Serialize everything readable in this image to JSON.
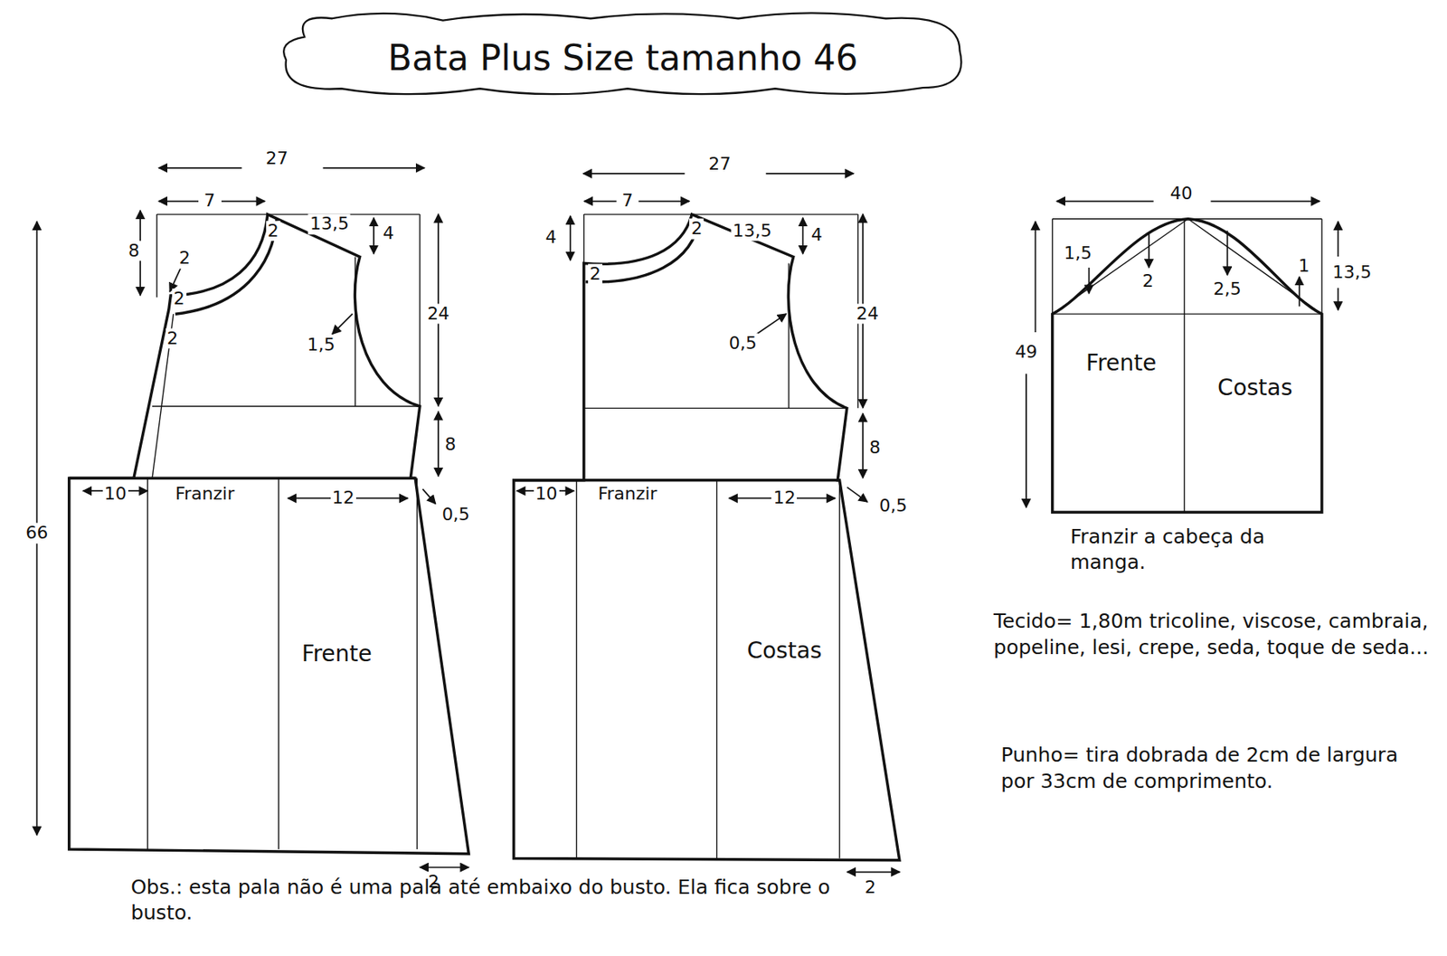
{
  "diagram": {
    "title": "Bata Plus Size tamanho 46",
    "nodes": [
      {
        "text": [
          "Frente"
        ]
      },
      {
        "text": [
          "Costas"
        ]
      },
      {
        "text": [
          "Frente",
          "Costas"
        ]
      }
    ],
    "labels": [
      "27",
      "7",
      "13,5",
      "4",
      "8",
      "2",
      "2",
      "2",
      "2",
      "1,5",
      "24",
      "8",
      "66",
      "10",
      "Franzir",
      "12",
      "0,5",
      "2",
      "27",
      "7",
      "13,5",
      "4",
      "4",
      "2",
      "2",
      "0,5",
      "24",
      "8",
      "10",
      "Franzir",
      "12",
      "0,5",
      "2",
      "40",
      "1,5",
      "2",
      "2,5",
      "1",
      "13,5",
      "49",
      "Franzir a cabeça da manga.",
      "Tecido= 1,80m tricoline, viscose, cambraia, popeline, lesi, crepe, seda, toque de seda...",
      "Punho= tira dobrada de 2cm de largura por 33cm de comprimento.",
      "Obs.: esta pala não é uma pala até embaixo do busto. Ela fica sobre o busto."
    ]
  }
}
